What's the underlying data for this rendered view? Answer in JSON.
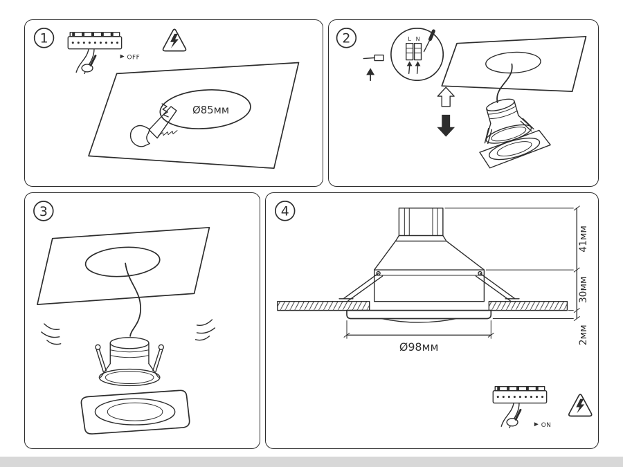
{
  "colors": {
    "line": "#2d2d2d",
    "background": "#ffffff",
    "footer_strip": "#d8d8d8"
  },
  "steps": {
    "s1": {
      "number": "1",
      "power_label": "OFF",
      "hole_diameter": "Ø85мм"
    },
    "s2": {
      "number": "2",
      "terminal_live": "L",
      "terminal_neutral": "N"
    },
    "s3": {
      "number": "3"
    },
    "s4": {
      "number": "4",
      "dim_height_above": "41мм",
      "dim_recess": "30мм",
      "dim_trim": "2мм",
      "trim_diameter": "Ø98мм",
      "power_label": "ON"
    }
  }
}
